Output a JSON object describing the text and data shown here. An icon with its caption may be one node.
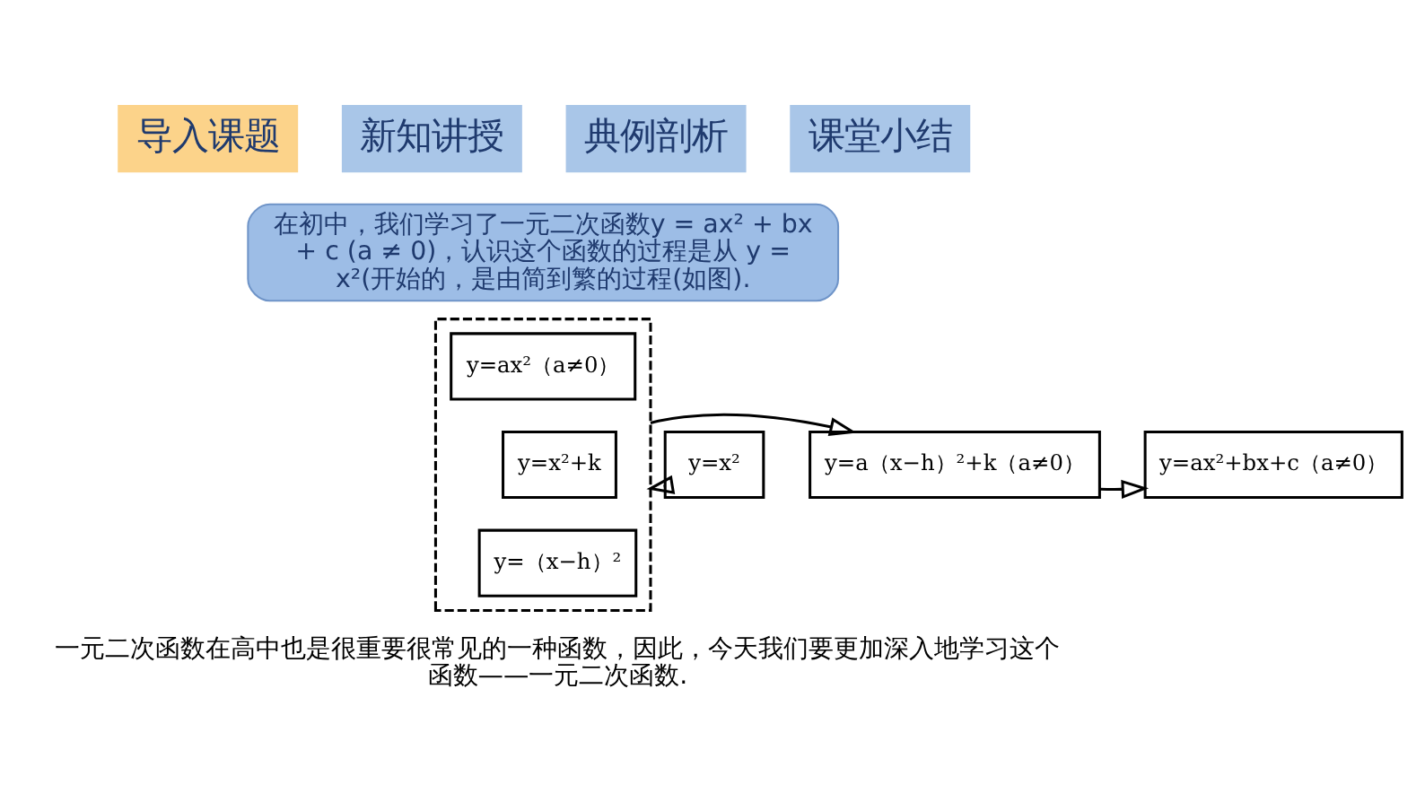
{
  "diagram": {
    "nodes": [
      {
        "text": [
          "导入课题"
        ]
      },
      {
        "text": [
          "新知讲授"
        ]
      },
      {
        "text": [
          "典例剖析"
        ]
      },
      {
        "text": [
          "课堂小结"
        ]
      },
      {
        "text": [
          "在初中，我们学习了一元二次函数y = ax² + bx + c (a ≠ 0)，认识这个函数的过程是从 y = x²(开始的，是由简到繁的过程(如图)."
        ]
      },
      {
        "text": [
          "y=x²"
        ]
      },
      {
        "text": [],
        "shape": "box"
      },
      {
        "text": [
          "y=ax²（a≠0）"
        ],
        "in": 6
      },
      {
        "text": [
          "y=x²+k"
        ],
        "in": 6
      },
      {
        "text": [
          "y=（x−h）²"
        ],
        "in": 6
      },
      {
        "text": [
          "y=a（x−h）²+k（a≠0）"
        ]
      },
      {
        "text": [
          "y=ax²+bx+c（a≠0）"
        ]
      }
    ],
    "edges": [
      {
        "from": 5,
        "to": 6,
        "arrow": "to"
      },
      {
        "from": 6,
        "to": 10,
        "arrow": "to"
      },
      {
        "from": 10,
        "to": 11,
        "arrow": "to"
      }
    ],
    "labels": [
      "一元二次函数在高中也是很重要很常见的一种函数，因此，今天我们要更加深入地学习这个函数——一元二次函数."
    ]
  }
}
